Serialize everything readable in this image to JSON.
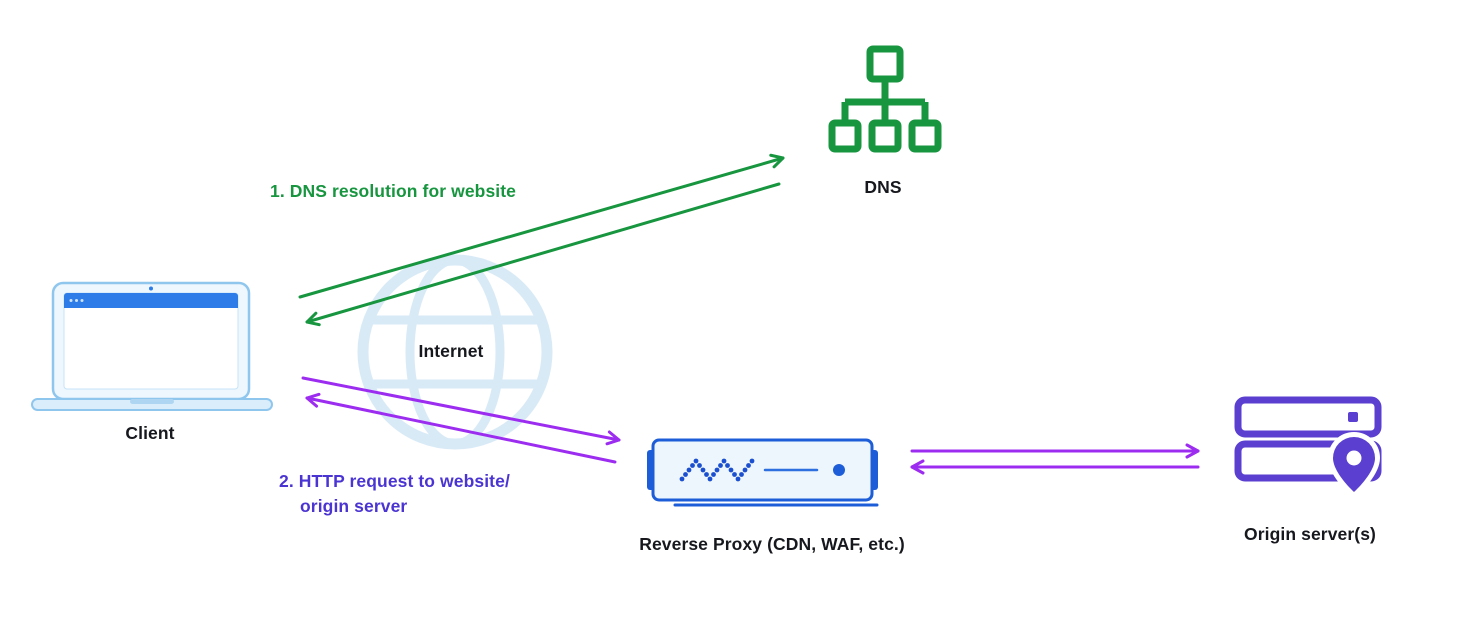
{
  "diagram": {
    "nodes": {
      "client": {
        "label": "Client"
      },
      "internet": {
        "label": "Internet"
      },
      "dns": {
        "label": "DNS"
      },
      "reverse_proxy": {
        "label": "Reverse Proxy (CDN, WAF, etc.)"
      },
      "origin_server": {
        "label": "Origin server(s)"
      }
    },
    "flows": [
      {
        "id": "dns-resolution",
        "label": "1. DNS resolution for website",
        "from": "Client",
        "to": "DNS",
        "direction": "bidirectional",
        "color": "#17953f"
      },
      {
        "id": "http-request",
        "label_line1": "2. HTTP request to website/",
        "label_line2": "origin server",
        "from": "Client",
        "to": "Reverse Proxy",
        "direction": "bidirectional",
        "color": "#9c2df0"
      },
      {
        "id": "proxy-to-origin",
        "label": "",
        "from": "Reverse Proxy",
        "to": "Origin server(s)",
        "direction": "bidirectional",
        "color": "#9c2df0"
      }
    ]
  },
  "icons": {
    "client": "laptop-icon",
    "internet": "globe-icon",
    "dns": "network-tree-icon",
    "reverse_proxy": "server-appliance-icon",
    "origin_server": "server-rack-location-pin-icon"
  },
  "colors": {
    "green": "#17953f",
    "purple": "#9c2df0",
    "indigo_text": "#4b35d2",
    "proxy_blue": "#1d5ed8",
    "laptop_blue": "#2e7ce8",
    "laptop_light": "#ddeefb",
    "globe_light": "#d9eaf7",
    "origin_purple": "#5a3fd1",
    "label_dark": "#16181d",
    "background": "#ffffff"
  }
}
